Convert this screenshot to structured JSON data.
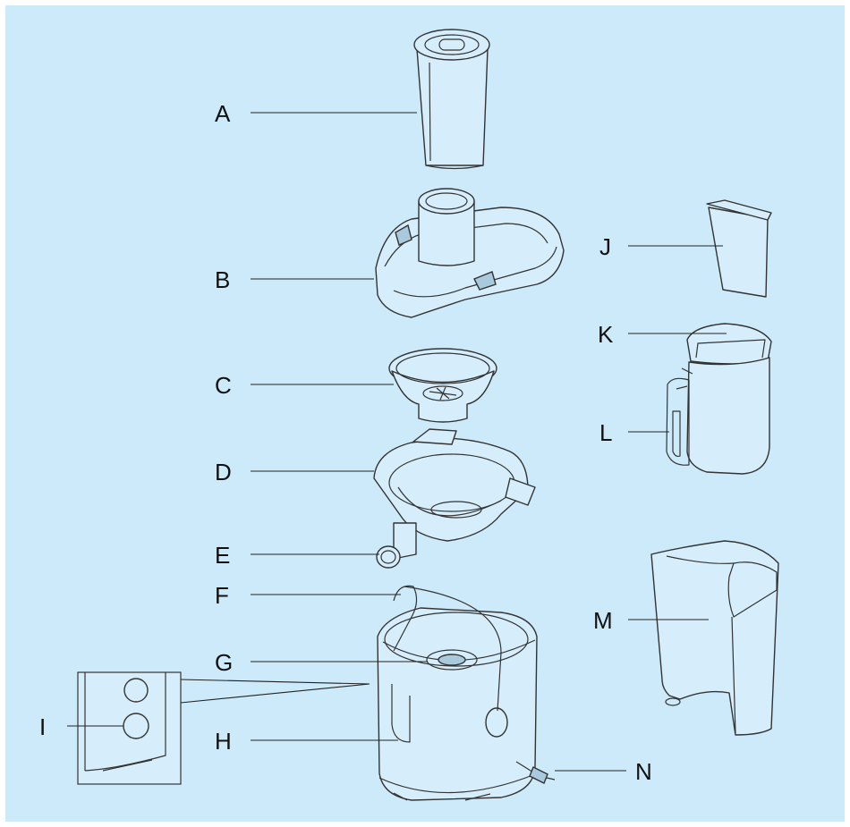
{
  "colors": {
    "background": "#cdeafa",
    "part_fill": "#d6eefb",
    "outline": "#333333"
  },
  "labels": {
    "a": "A",
    "b": "B",
    "c": "C",
    "d": "D",
    "e": "E",
    "f": "F",
    "g": "G",
    "h": "H",
    "i": "I",
    "j": "J",
    "k": "K",
    "l": "L",
    "m": "M",
    "n": "N"
  }
}
